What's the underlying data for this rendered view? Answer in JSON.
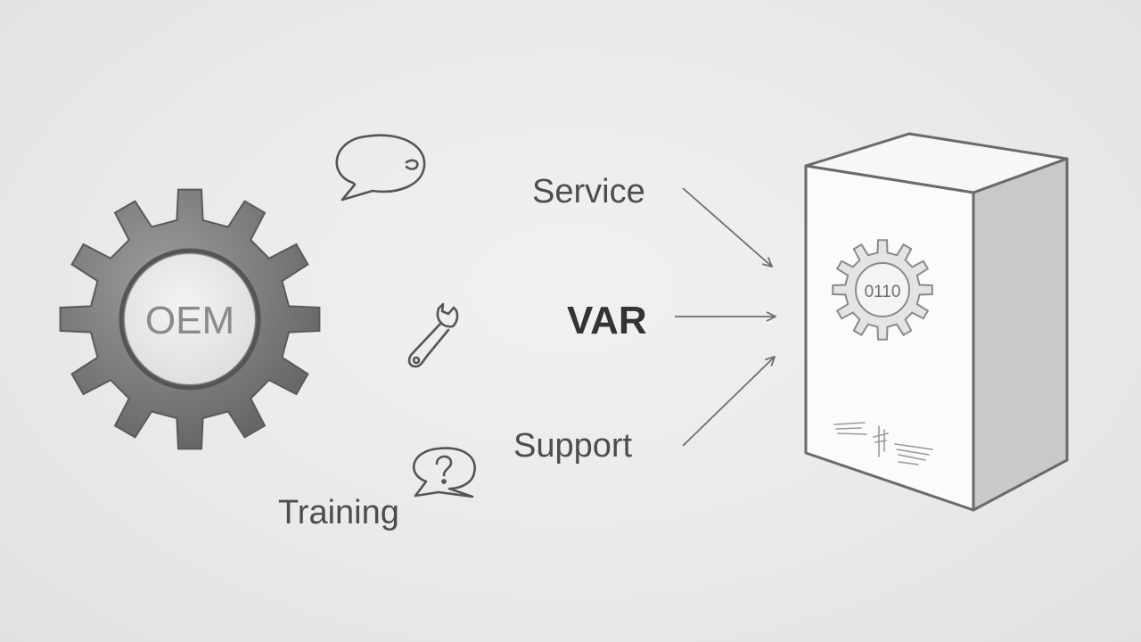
{
  "diagram": {
    "gear_label": "OEM",
    "labels": {
      "service": "Service",
      "var": "VAR",
      "support": "Support",
      "training": "Training"
    },
    "box_gear_label": "0110",
    "icons": [
      "speech-bubble-icon",
      "wrench-icon",
      "question-bubble-icon"
    ],
    "colors": {
      "background": "#ebebeb",
      "gear": "#7a7a7a",
      "text": "#4d4d4d",
      "var_text": "#333333",
      "arrow": "#6e6e6e"
    }
  }
}
